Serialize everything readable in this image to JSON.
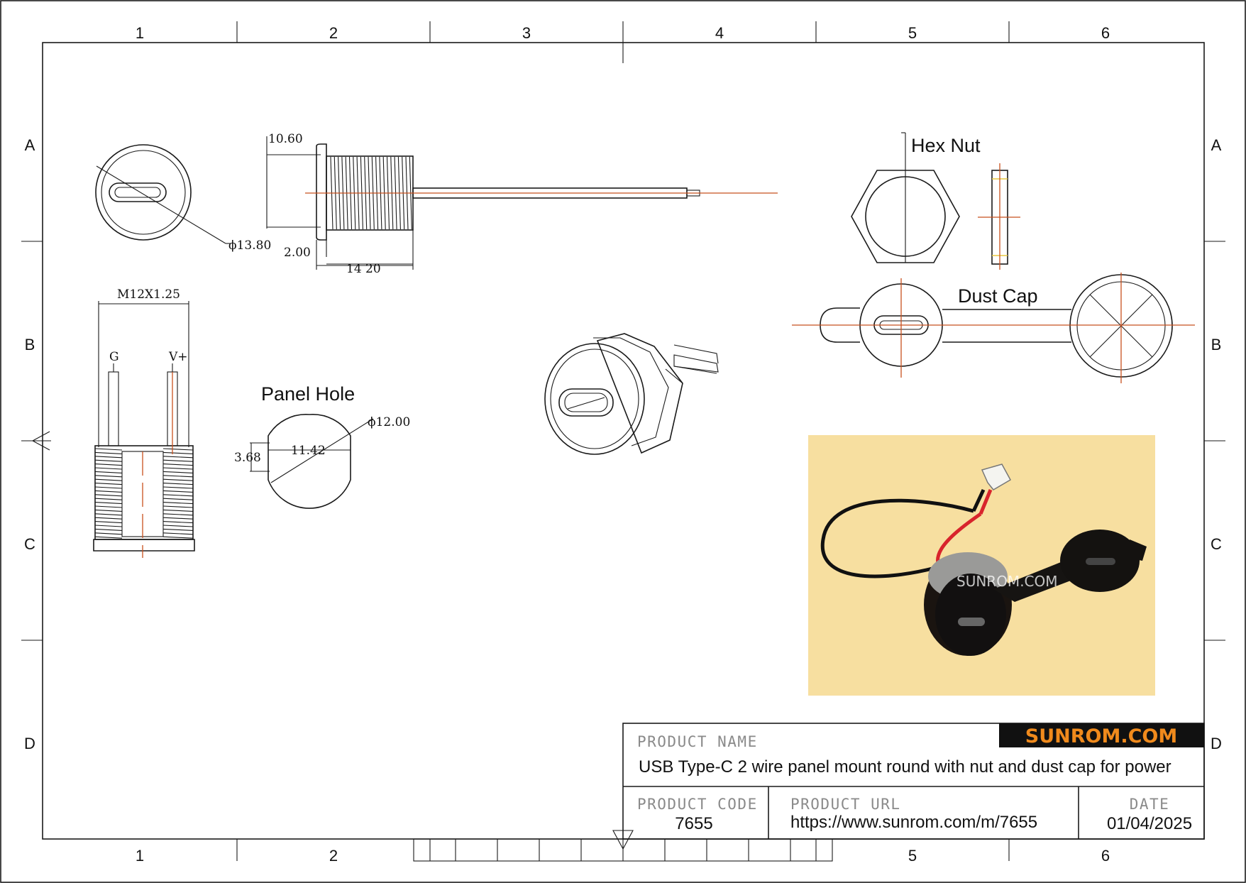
{
  "grid": {
    "columns": [
      "1",
      "2",
      "3",
      "4",
      "5",
      "6"
    ],
    "rows": [
      "A",
      "B",
      "C",
      "D"
    ]
  },
  "views": {
    "hex_nut_title": "Hex Nut",
    "dust_cap_title": "Dust Cap",
    "panel_hole_title": "Panel Hole"
  },
  "dimensions": {
    "dia_13_80": "ϕ13.80",
    "len_10_60": "10.60",
    "len_2_00": "2.00",
    "len_14_20": "14 20",
    "thread": "M12X1.25",
    "pin_g": "G",
    "pin_v": "V+",
    "dia_12_00": "ϕ12.00",
    "len_11_42": "11.42",
    "len_3_68": "3.68"
  },
  "photo": {
    "watermark": "SUNROM.COM",
    "background_color": "#f7dfa0"
  },
  "title_block": {
    "brand": "SUNROM.COM",
    "brand_color": "#f08a1c",
    "product_name_label": "PRODUCT NAME",
    "product_name": "USB Type-C 2 wire panel mount round with nut and dust cap for power",
    "product_code_label": "PRODUCT CODE",
    "product_code": "7655",
    "product_url_label": "PRODUCT URL",
    "product_url": "https://www.sunrom.com/m/7655",
    "date_label": "DATE",
    "date": "01/04/2025"
  }
}
